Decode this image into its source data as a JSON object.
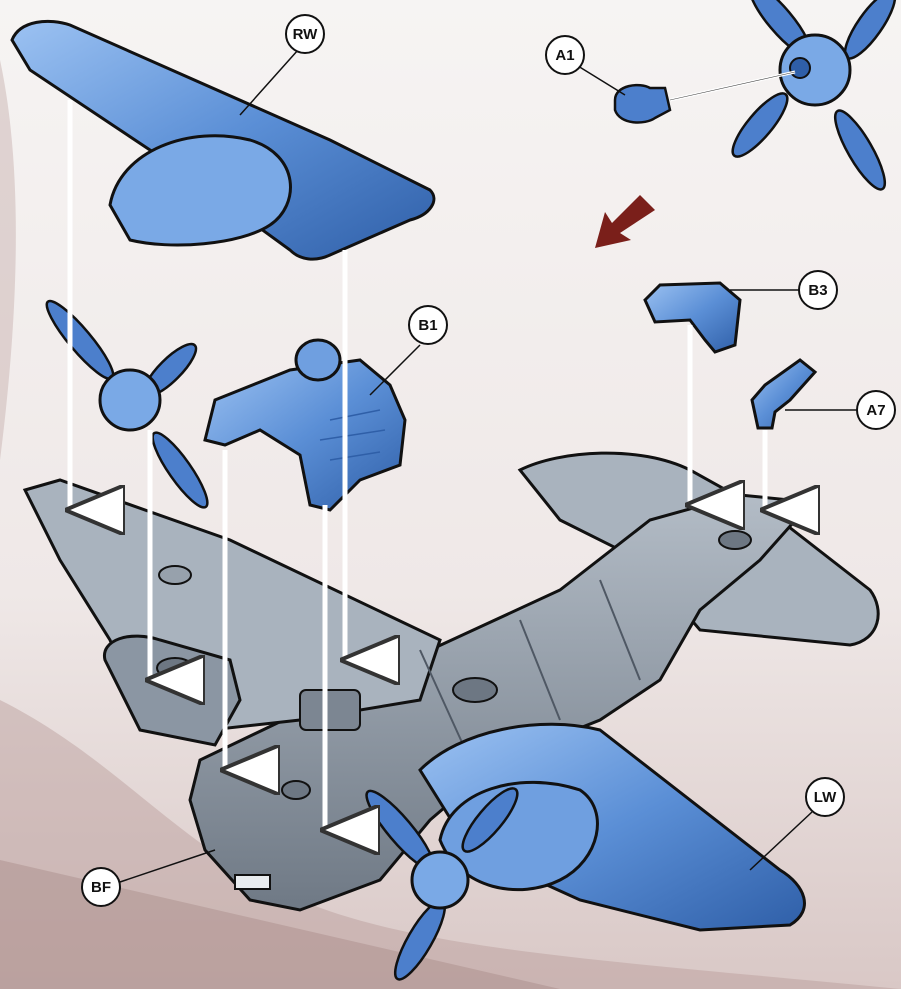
{
  "labels": {
    "rw": "RW",
    "a1": "A1",
    "b1": "B1",
    "b3": "B3",
    "a7": "A7",
    "lw": "LW",
    "bf": "BF"
  },
  "colors": {
    "part_blue": "#5b8fd6",
    "part_blue_light": "#8fb8ee",
    "part_blue_dark": "#2f5fa8",
    "fuselage_grey": "#8b96a3",
    "fuselage_light": "#a9b3be",
    "fuselage_dark": "#5d6773",
    "direction_arrow": "#7a1f1a",
    "background_stain": "#b89b98"
  },
  "icons": {
    "direction_arrow": "arrow-down-left-icon"
  }
}
